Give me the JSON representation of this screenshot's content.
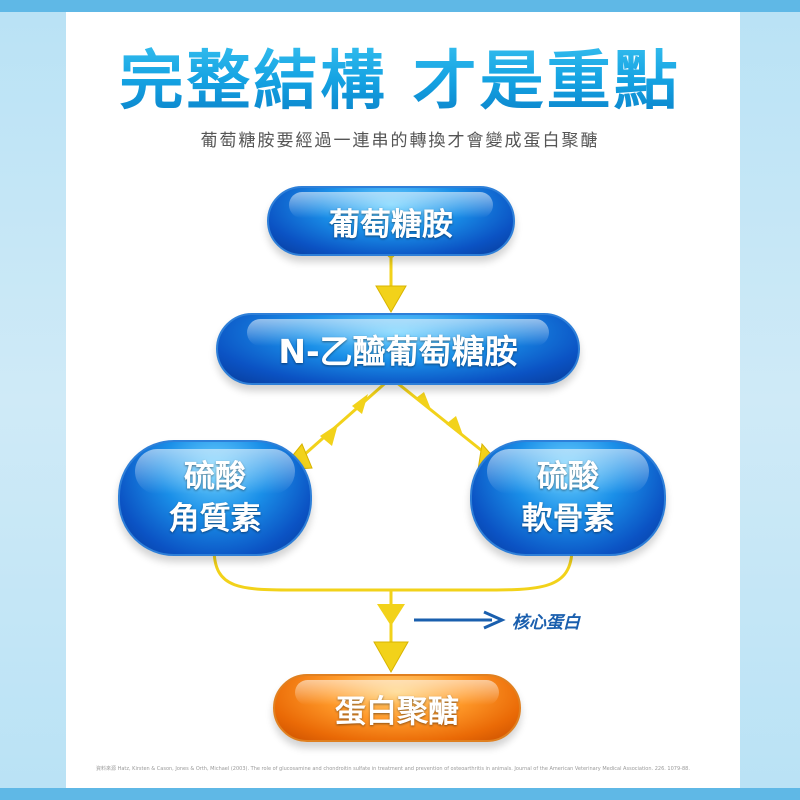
{
  "title": "完整結構 才是重點",
  "subtitle": "葡萄糖胺要經過一連串的轉換才會變成蛋白聚醣",
  "nodes": {
    "glucosamine": "葡萄糖胺",
    "n_acetyl": "N-乙醯葡萄糖胺",
    "chondroitin_line1": "硫酸",
    "chondroitin_line2": "角質素",
    "keratan_line1": "硫酸",
    "keratan_line2": "軟骨素",
    "proteoglycan": "蛋白聚醣"
  },
  "core_protein_label": "核心蛋白",
  "footnote": "資料來源 Hatz, Kirsten & Cason, Jones & Orth, Michael (2003). The role of glucosamine and chondroitin sulfate in treatment and prevention of osteoarthritis in animals. Journal of the American Veterinary Medical Association. 226. 1079-88.",
  "colors": {
    "title": "#14a2e2",
    "pill_blue": "#0b53c4",
    "pill_orange": "#ea6a06",
    "arrow": "#f2d21a",
    "core_arrow": "#1a5fae"
  }
}
